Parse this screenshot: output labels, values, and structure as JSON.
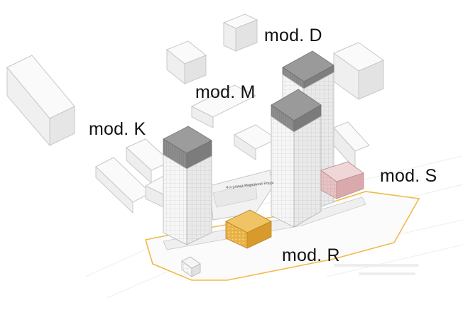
{
  "modules": {
    "d": {
      "label": "mod. D",
      "color": "#dcdcdc"
    },
    "m": {
      "label": "mod. M",
      "color": "#dcdcdc"
    },
    "k": {
      "label": "mod. K",
      "color": "#dcdcdc"
    },
    "s": {
      "label": "mod. S",
      "color": "#e9c7c9"
    },
    "r": {
      "label": "mod. R",
      "color": "#e0a83a"
    }
  },
  "street_label": "4-я улица Марьиной Рощи",
  "colors": {
    "site_outline": "#f2b94a",
    "tower_body": "#f4f4f4",
    "tower_cap": "#8a8a8a",
    "context_building": "#f1f1f1"
  }
}
